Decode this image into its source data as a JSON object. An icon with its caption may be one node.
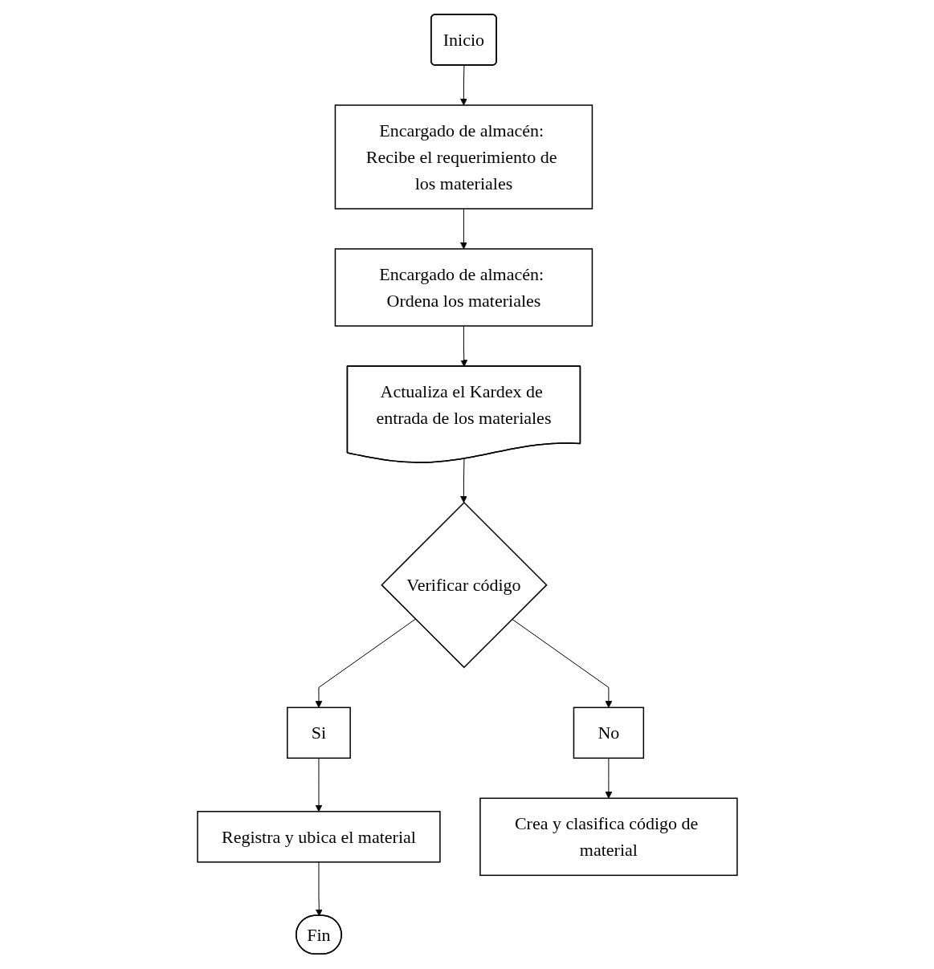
{
  "diagram": {
    "nodes": [
      {
        "text": [
          "Inicio"
        ]
      },
      {
        "text": [
          "Encargado de almacén: Recibe el requerimiento de los materiales"
        ]
      },
      {
        "text": [
          "Encargado de almacén: Ordena los materiales"
        ]
      },
      {
        "text": [
          "Actualiza el Kardex de entrada de los materiales"
        ]
      },
      {
        "text": [
          "Verificar código"
        ]
      },
      {
        "text": [
          "Si"
        ]
      },
      {
        "text": [
          "No"
        ]
      },
      {
        "text": [
          "Registra y ubica el material"
        ]
      },
      {
        "text": [
          "Crea y clasifica código de material"
        ]
      },
      {
        "text": [
          "Fin"
        ]
      }
    ],
    "edges": [
      {
        "from": 0,
        "to": 1,
        "arrow": "to"
      },
      {
        "from": 1,
        "to": 2,
        "arrow": "to"
      },
      {
        "from": 2,
        "to": 3,
        "arrow": "to"
      },
      {
        "from": 3,
        "to": 4,
        "arrow": "to"
      },
      {
        "from": 4,
        "to": 5,
        "arrow": "to"
      },
      {
        "from": 4,
        "to": 6,
        "arrow": "to"
      },
      {
        "from": 5,
        "to": 7,
        "arrow": "to"
      },
      {
        "from": 6,
        "to": 8,
        "arrow": "to"
      },
      {
        "from": 7,
        "to": 9,
        "arrow": "to"
      }
    ]
  }
}
